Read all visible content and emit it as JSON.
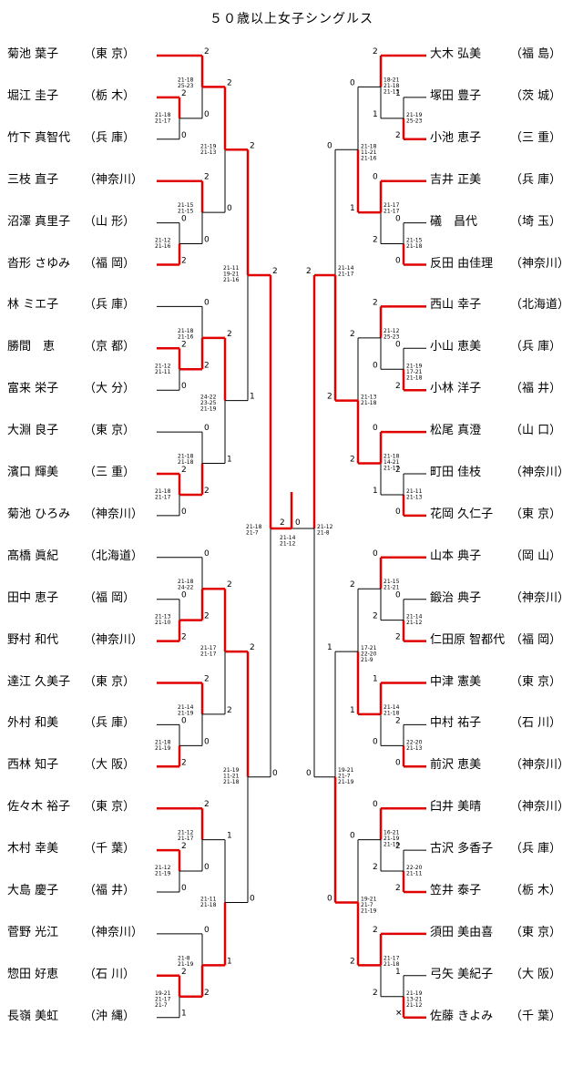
{
  "title": "５０歳以上女子シングルス",
  "colors": {
    "winner": "#e00000",
    "line": "#000000"
  },
  "left_players": [
    {
      "name": "菊池 葉子",
      "pref": "（東 京）"
    },
    {
      "name": "堀江 圭子",
      "pref": "（栃 木）"
    },
    {
      "name": "竹下 真智代",
      "pref": "（兵 庫）"
    },
    {
      "name": "三枝 直子",
      "pref": "（神奈川）"
    },
    {
      "name": "沼澤 真里子",
      "pref": "（山 形）"
    },
    {
      "name": "沓形 さゆみ",
      "pref": "（福 岡）"
    },
    {
      "name": "林 ミエ子",
      "pref": "（兵 庫）"
    },
    {
      "name": "勝間　恵",
      "pref": "（京 都）"
    },
    {
      "name": "富来 栄子",
      "pref": "（大 分）"
    },
    {
      "name": "大淵 良子",
      "pref": "（東 京）"
    },
    {
      "name": "濱口 輝美",
      "pref": "（三 重）"
    },
    {
      "name": "菊池 ひろみ",
      "pref": "（神奈川）"
    },
    {
      "name": "髙橋 眞紀",
      "pref": "（北海道）"
    },
    {
      "name": "田中 恵子",
      "pref": "（福 岡）"
    },
    {
      "name": "野村 和代",
      "pref": "（神奈川）"
    },
    {
      "name": "達江 久美子",
      "pref": "（東 京）"
    },
    {
      "name": "外村 和美",
      "pref": "（兵 庫）"
    },
    {
      "name": "西林 知子",
      "pref": "（大 阪）"
    },
    {
      "name": "佐々木 裕子",
      "pref": "（東 京）"
    },
    {
      "name": "木村 幸美",
      "pref": "（千 葉）"
    },
    {
      "name": "大島 慶子",
      "pref": "（福 井）"
    },
    {
      "name": "菅野 光江",
      "pref": "（神奈川）"
    },
    {
      "name": "惣田 好恵",
      "pref": "（石 川）"
    },
    {
      "name": "長嶺 美虹",
      "pref": "（沖 縄）"
    }
  ],
  "right_players": [
    {
      "name": "大木 弘美",
      "pref": "（福 島）"
    },
    {
      "name": "塚田 豊子",
      "pref": "（茨 城）"
    },
    {
      "name": "小池 恵子",
      "pref": "（三 重）"
    },
    {
      "name": "吉井 正美",
      "pref": "（兵 庫）"
    },
    {
      "name": "礒　昌代",
      "pref": "（埼 玉）"
    },
    {
      "name": "反田 由佳理",
      "pref": "（神奈川）"
    },
    {
      "name": "西山 幸子",
      "pref": "（北海道）"
    },
    {
      "name": "小山 恵美",
      "pref": "（兵 庫）"
    },
    {
      "name": "小林 洋子",
      "pref": "（福 井）"
    },
    {
      "name": "松尾 真澄",
      "pref": "（山 口）"
    },
    {
      "name": "町田 佳枝",
      "pref": "（神奈川）"
    },
    {
      "name": "花岡 久仁子",
      "pref": "（東 京）"
    },
    {
      "name": "山本 典子",
      "pref": "（岡 山）"
    },
    {
      "name": "鍛治 典子",
      "pref": "（神奈川）"
    },
    {
      "name": "仁田原 智都代",
      "pref": "（福 岡）"
    },
    {
      "name": "中津 憲美",
      "pref": "（東 京）"
    },
    {
      "name": "中村 祐子",
      "pref": "（石 川）"
    },
    {
      "name": "前沢 恵美",
      "pref": "（神奈川）"
    },
    {
      "name": "臼井 美晴",
      "pref": "（神奈川）"
    },
    {
      "name": "古沢 多香子",
      "pref": "（兵 庫）"
    },
    {
      "name": "笠井 泰子",
      "pref": "（栃 木）"
    },
    {
      "name": "須田 美由喜",
      "pref": "（東 京）"
    },
    {
      "name": "弓矢 美紀子",
      "pref": "（大 阪）"
    },
    {
      "name": "佐藤 きよみ",
      "pref": "（千 葉）"
    }
  ],
  "left_r1": [
    {
      "a": "2",
      "b": "0",
      "score": [
        "21-18",
        "21-17"
      ]
    },
    {
      "a": "0",
      "b": "2",
      "score": [
        "21-12",
        "21-16"
      ]
    },
    {
      "a": "2",
      "b": "0",
      "score": [
        "21-12",
        "21-11"
      ]
    },
    {
      "a": "2",
      "b": "0",
      "score": [
        "21-18",
        "21-17"
      ]
    },
    {
      "a": "0",
      "b": "2",
      "score": [
        "21-13",
        "21-10"
      ]
    },
    {
      "a": "0",
      "b": "2",
      "score": [
        "21-18",
        "21-19"
      ]
    },
    {
      "a": "2",
      "b": "0",
      "score": [
        "21-12",
        "21-19"
      ]
    },
    {
      "a": "2",
      "b": "1",
      "score": [
        "19-21",
        "21-17",
        "21-7"
      ]
    }
  ],
  "left_r2": [
    {
      "a": "2",
      "b": "0",
      "score": [
        "21-18",
        "25-23"
      ]
    },
    {
      "a": "2",
      "b": "0",
      "score": [
        "21-15",
        "21-15"
      ]
    },
    {
      "a": "0",
      "b": "2",
      "score": [
        "21-18",
        "21-16"
      ]
    },
    {
      "a": "0",
      "b": "2",
      "score": [
        "21-18",
        "21-18"
      ]
    },
    {
      "a": "0",
      "b": "2",
      "score": [
        "21-18",
        "24-22"
      ]
    },
    {
      "a": "2",
      "b": "0",
      "score": [
        "21-14",
        "21-19"
      ]
    },
    {
      "a": "2",
      "b": "0",
      "score": [
        "21-12",
        "21-17"
      ]
    },
    {
      "a": "0",
      "b": "2",
      "score": [
        "21-8",
        "21-19"
      ]
    }
  ],
  "left_r3": [
    {
      "a": "2",
      "b": "0",
      "score": [
        "21-19",
        "21-13"
      ]
    },
    {
      "a": "2",
      "b": "1",
      "score": [
        "24-22",
        "23-25",
        "21-19"
      ]
    },
    {
      "a": "2",
      "b": "2",
      "score": [
        "21-17",
        "21-17"
      ]
    },
    {
      "a": "1",
      "b": "1",
      "score": [
        "21-11",
        "21-18"
      ]
    }
  ],
  "left_r4": [
    {
      "a": "2",
      "b": "1",
      "score": [
        "21-11",
        "19-21",
        "21-16"
      ]
    },
    {
      "a": "2",
      "b": "0",
      "score": [
        "21-19",
        "11-21",
        "21-18"
      ]
    }
  ],
  "left_semi": {
    "a": "2",
    "b": "0",
    "score": [
      "21-18",
      "21-7"
    ]
  },
  "right_r1": [
    {
      "a": "1",
      "b": "2",
      "score": [
        "21-19",
        "25-23"
      ]
    },
    {
      "a": "0",
      "b": "0",
      "score": [
        "21-15",
        "21-18"
      ]
    },
    {
      "a": "0",
      "b": "2",
      "score": [
        "21-19",
        "17-21",
        "21-18"
      ]
    },
    {
      "a": "2",
      "b": "0",
      "score": [
        "21-11",
        "21-13"
      ]
    },
    {
      "a": "0",
      "b": "2",
      "score": [
        "21-14",
        "21-12"
      ]
    },
    {
      "a": "2",
      "b": "0",
      "score": [
        "22-20",
        "21-13"
      ]
    },
    {
      "a": "2",
      "b": "2",
      "score": [
        "22-20",
        "21-11"
      ]
    },
    {
      "a": "1",
      "b": "✕",
      "score": [
        "21-19",
        "13-21",
        "21-12"
      ]
    }
  ],
  "right_r2": [
    {
      "a": "2",
      "b": "1",
      "score": [
        "18-21",
        "21-18",
        "21-13"
      ]
    },
    {
      "a": "0",
      "b": "2",
      "score": [
        "21-17",
        "21-17"
      ]
    },
    {
      "a": "2",
      "b": "0",
      "score": [
        "21-12",
        "25-23"
      ]
    },
    {
      "a": "0",
      "b": "1",
      "score": [
        "21-18",
        "14-21",
        "21-17"
      ]
    },
    {
      "a": "0",
      "b": "2",
      "score": [
        "21-15",
        "21-21"
      ]
    },
    {
      "a": "1",
      "b": "0",
      "score": [
        "21-14",
        "21-18"
      ]
    },
    {
      "a": "0",
      "b": "2",
      "score": [
        "16-21",
        "21-19",
        "21-19"
      ]
    },
    {
      "a": "2",
      "b": "2",
      "score": [
        "21-17",
        "21-18"
      ]
    }
  ],
  "right_r3": [
    {
      "a": "0",
      "b": "1",
      "score": [
        "21-18",
        "11-21",
        "21-16"
      ]
    },
    {
      "a": "2",
      "b": "2",
      "score": [
        "21-13",
        "21-18"
      ]
    },
    {
      "a": "2",
      "b": "1",
      "score": [
        "17-21",
        "22-20",
        "21-9"
      ]
    },
    {
      "a": "0",
      "b": "2",
      "score": [
        "19-21",
        "21-7",
        "21-19"
      ]
    }
  ],
  "right_r4": [
    {
      "a": "0",
      "b": "2",
      "score": [
        "21-14",
        "21-17"
      ]
    },
    {
      "a": "1",
      "b": "0",
      "score": [
        "19-21",
        "21-7",
        "21-19"
      ]
    }
  ],
  "right_semi": {
    "a": "2",
    "b": "0",
    "score": [
      "21-12",
      "21-8"
    ]
  },
  "final": {
    "left": "2",
    "right": "0",
    "score": [
      "21-14",
      "21-12"
    ]
  }
}
